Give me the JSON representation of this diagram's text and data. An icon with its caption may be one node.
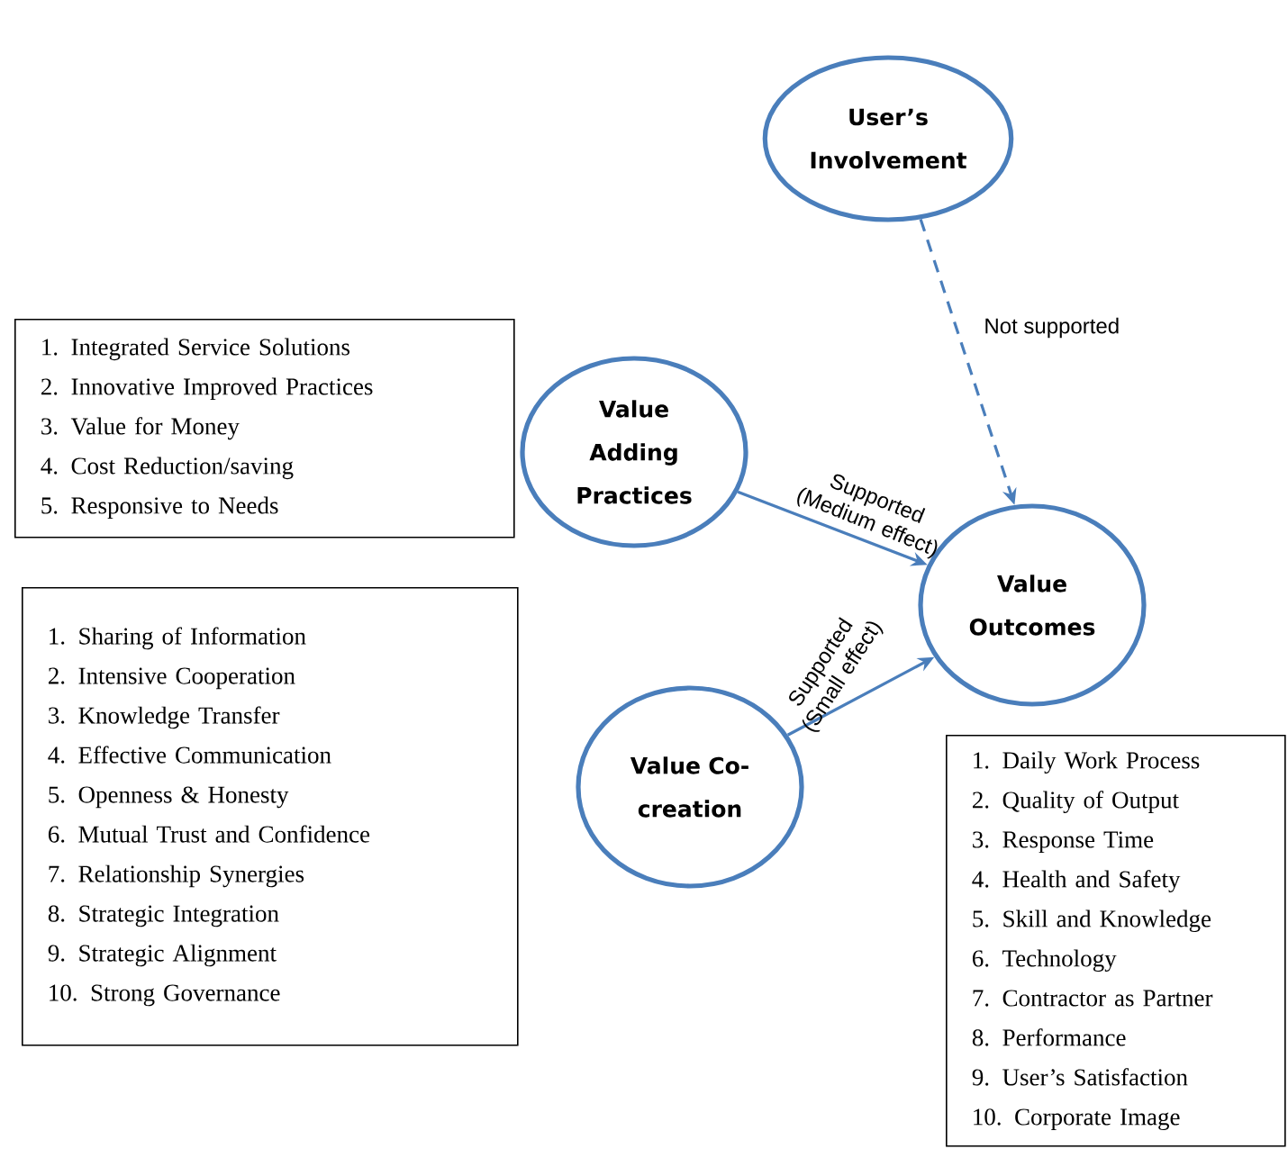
{
  "diagram": {
    "nodes": [
      {
        "text": [
          "User’s Involvement"
        ]
      },
      {
        "text": [
          "1. Integrated Service Solutions",
          "2. Innovative Improved Practices",
          "3. Value for Money",
          "4. Cost Reduction/saving",
          "5. Responsive to Needs"
        ]
      },
      {
        "text": [
          "Value Adding Practices"
        ]
      },
      {
        "text": [
          "1. Sharing of Information",
          "2. Intensive Cooperation",
          "3. Knowledge Transfer",
          "4. Effective Communication",
          "5. Openness & Honesty",
          "6. Mutual Trust and Confidence",
          "7. Relationship Synergies",
          "8. Strategic Integration",
          "9. Strategic Alignment",
          "10. Strong Governance"
        ]
      },
      {
        "text": [
          "Value Outcomes"
        ]
      },
      {
        "text": [
          "Value Co-creation"
        ]
      },
      {
        "text": [
          "1. Daily Work Process",
          "2. Quality of Output",
          "3. Response Time",
          "4. Health and Safety",
          "5. Skill and Knowledge",
          "6. Technology",
          "7. Contractor as Partner",
          "8. Performance",
          "9. User’s Satisfaction",
          "10. Corporate Image"
        ]
      }
    ],
    "edges": [
      {
        "from": 0,
        "to": 4,
        "arrow": "to",
        "style": "dashed",
        "label": "Not supported"
      },
      {
        "from": 2,
        "to": 4,
        "arrow": "to",
        "label": "Supported (Medium effect)"
      },
      {
        "from": 5,
        "to": 4,
        "arrow": "to",
        "label": "Supported (Small effect)"
      }
    ]
  }
}
